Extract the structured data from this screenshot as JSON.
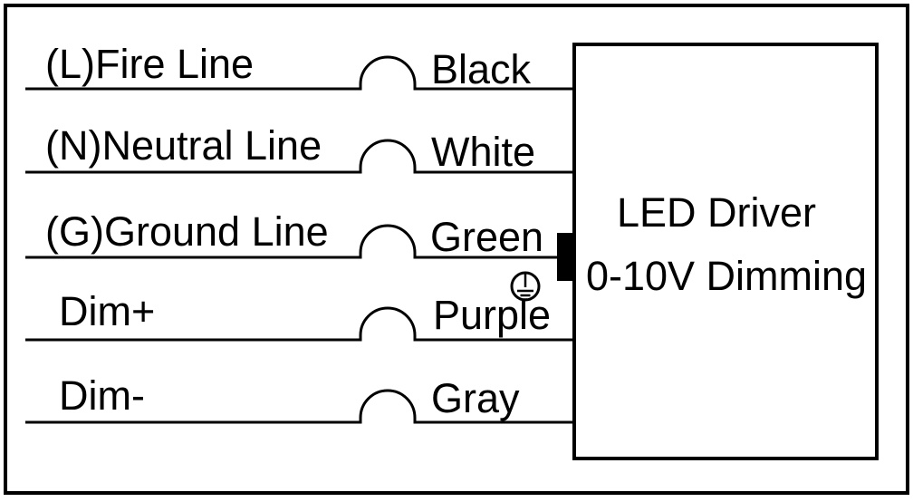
{
  "diagram": {
    "device": {
      "name_line1": "LED Driver",
      "name_line2": "0-10V Dimming"
    },
    "wires": [
      {
        "id": "fire",
        "label": "(L)Fire Line",
        "color_label": "Black"
      },
      {
        "id": "neutral",
        "label": "(N)Neutral Line",
        "color_label": "White"
      },
      {
        "id": "ground",
        "label": "(G)Ground Line",
        "color_label": "Green"
      },
      {
        "id": "dim-plus",
        "label": "Dim+",
        "color_label": "Purple"
      },
      {
        "id": "dim-minus",
        "label": "Dim-",
        "color_label": "Gray"
      }
    ],
    "symbols": {
      "ground_symbol": "protective-earth-ground"
    },
    "colors": {
      "ink": "#000000",
      "background": "#ffffff"
    }
  }
}
